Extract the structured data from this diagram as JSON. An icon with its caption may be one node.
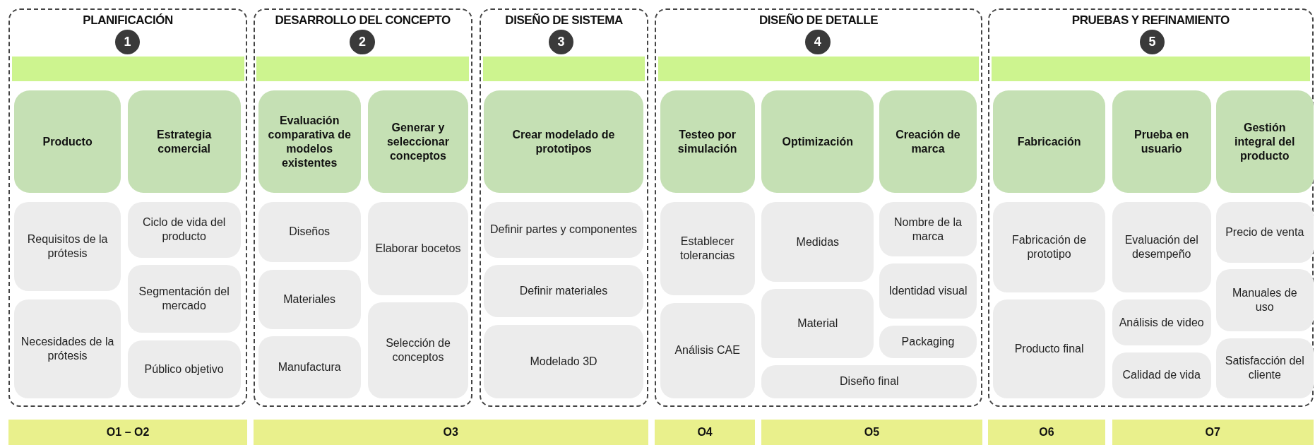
{
  "diagram": {
    "nodes": [
      {
        "text": [
          "PLANIFICACIÓN"
        ]
      },
      {
        "text": [
          "1"
        ],
        "in": 0
      },
      {
        "text": [
          "Producto"
        ],
        "in": 0
      },
      {
        "text": [
          "Estrategia comercial"
        ],
        "in": 0
      },
      {
        "text": [
          "Requisitos de la prótesis"
        ],
        "in": 0
      },
      {
        "text": [
          "Necesidades de la prótesis"
        ],
        "in": 0
      },
      {
        "text": [
          "Ciclo de vida del producto"
        ],
        "in": 0
      },
      {
        "text": [
          "Segmentación del mercado"
        ],
        "in": 0
      },
      {
        "text": [
          "Público objetivo"
        ],
        "in": 0
      },
      {
        "text": [
          "DESARROLLO DEL CONCEPTO"
        ]
      },
      {
        "text": [
          "2"
        ],
        "in": 9
      },
      {
        "text": [
          "Evaluación comparativa de modelos existentes"
        ],
        "in": 9
      },
      {
        "text": [
          "Generar y seleccionar conceptos"
        ],
        "in": 9
      },
      {
        "text": [
          "Diseños"
        ],
        "in": 9
      },
      {
        "text": [
          "Materiales"
        ],
        "in": 9
      },
      {
        "text": [
          "Manufactura"
        ],
        "in": 9
      },
      {
        "text": [
          "Elaborar bocetos"
        ],
        "in": 9
      },
      {
        "text": [
          "Selección de conceptos"
        ],
        "in": 9
      },
      {
        "text": [
          "DISEÑO DE SISTEMA"
        ]
      },
      {
        "text": [
          "3"
        ],
        "in": 18
      },
      {
        "text": [
          "Crear modelado de prototipos"
        ],
        "in": 18
      },
      {
        "text": [
          "Definir partes y componentes"
        ],
        "in": 18
      },
      {
        "text": [
          "Definir materiales"
        ],
        "in": 18
      },
      {
        "text": [
          "Modelado 3D"
        ],
        "in": 18
      },
      {
        "text": [
          "DISEÑO DE DETALLE"
        ]
      },
      {
        "text": [
          "4"
        ],
        "in": 24
      },
      {
        "text": [
          "Testeo por simulación"
        ],
        "in": 24
      },
      {
        "text": [
          "Optimización"
        ],
        "in": 24
      },
      {
        "text": [
          "Creación de marca"
        ],
        "in": 24
      },
      {
        "text": [
          "Establecer tolerancias"
        ],
        "in": 24
      },
      {
        "text": [
          "Análisis CAE"
        ],
        "in": 24
      },
      {
        "text": [
          "Medidas"
        ],
        "in": 24
      },
      {
        "text": [
          "Material"
        ],
        "in": 24
      },
      {
        "text": [
          "Nombre de la marca"
        ],
        "in": 24
      },
      {
        "text": [
          "Identidad visual"
        ],
        "in": 24
      },
      {
        "text": [
          "Packaging"
        ],
        "in": 24
      },
      {
        "text": [
          "Diseño final"
        ],
        "in": 24
      },
      {
        "text": [
          "PRUEBAS Y REFINAMIENTO"
        ]
      },
      {
        "text": [
          "5"
        ],
        "in": 37
      },
      {
        "text": [
          "Fabricación"
        ],
        "in": 37
      },
      {
        "text": [
          "Prueba en usuario"
        ],
        "in": 37
      },
      {
        "text": [
          "Gestión integral del producto"
        ],
        "in": 37
      },
      {
        "text": [
          "Fabricación de prototipo"
        ],
        "in": 37
      },
      {
        "text": [
          "Producto final"
        ],
        "in": 37
      },
      {
        "text": [
          "Evaluación del desempeño"
        ],
        "in": 37
      },
      {
        "text": [
          "Análisis de video"
        ],
        "in": 37
      },
      {
        "text": [
          "Calidad de vida"
        ],
        "in": 37
      },
      {
        "text": [
          "Precio de venta"
        ],
        "in": 37
      },
      {
        "text": [
          "Manuales de uso"
        ],
        "in": 37
      },
      {
        "text": [
          "Satisfacción del cliente"
        ],
        "in": 37
      },
      {
        "text": [
          "O1 – O2"
        ]
      },
      {
        "text": [
          "O3"
        ]
      },
      {
        "text": [
          "O4"
        ]
      },
      {
        "text": [
          "O5"
        ]
      },
      {
        "text": [
          "O6"
        ]
      },
      {
        "text": [
          "O7"
        ]
      },
      {
        "text": [],
        "shape": "bar",
        "in": 0
      },
      {
        "text": [],
        "shape": "bar",
        "in": 9
      },
      {
        "text": [],
        "shape": "bar",
        "in": 18
      },
      {
        "text": [],
        "shape": "bar",
        "in": 24
      },
      {
        "text": [],
        "shape": "bar",
        "in": 37
      }
    ]
  }
}
